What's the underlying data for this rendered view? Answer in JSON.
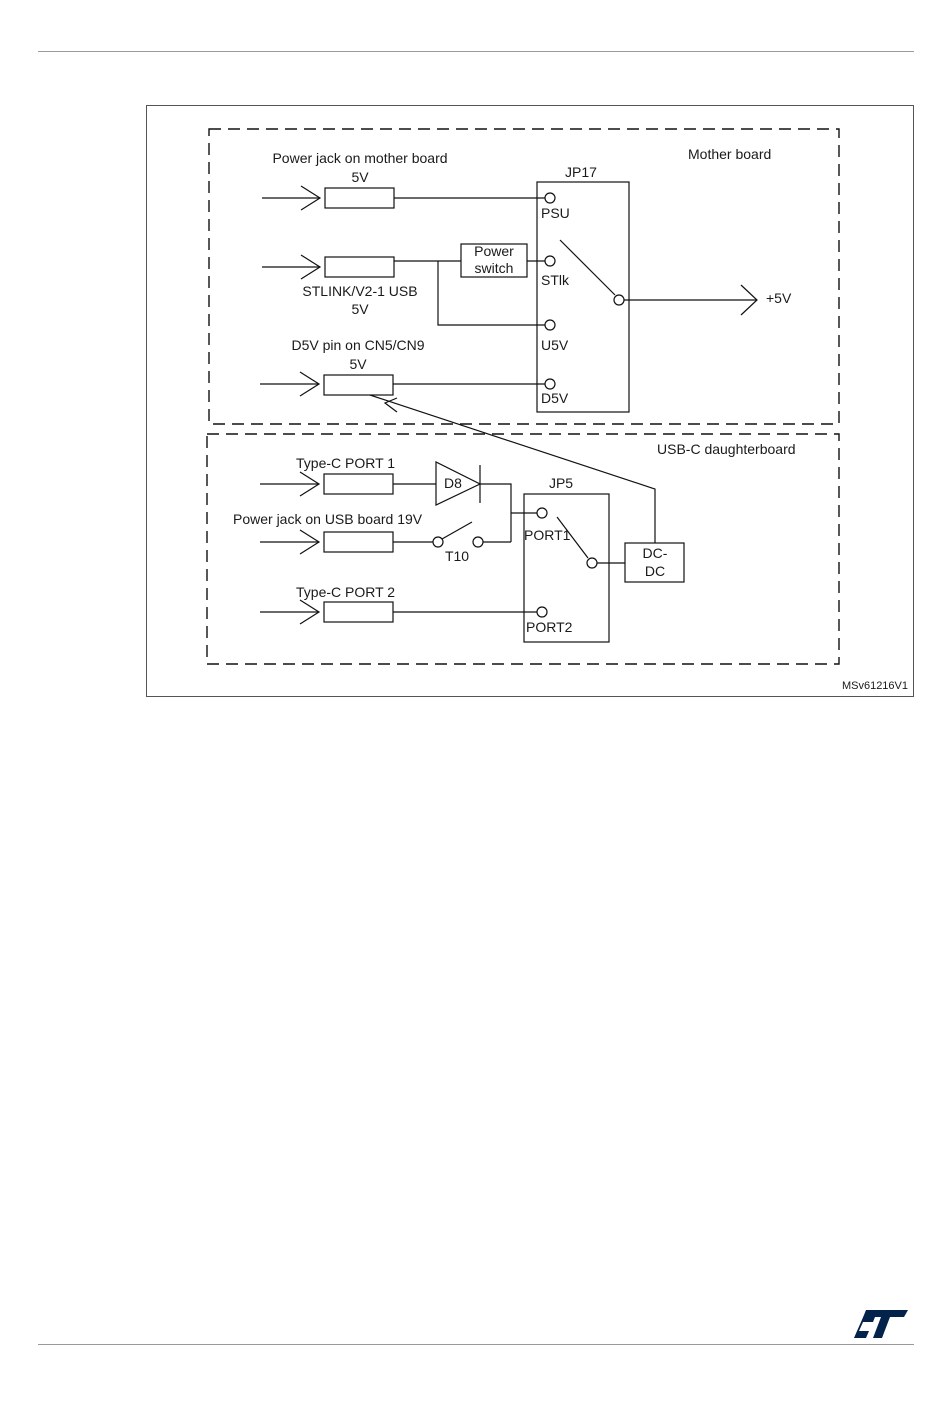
{
  "diagram": {
    "mother_board_label": "Mother board",
    "daughter_board_label": "USB-C daughterboard",
    "figure_code": "MSv61216V1",
    "sources": {
      "power_jack_mother": {
        "title": "Power jack on mother board",
        "voltage": "5V"
      },
      "stlink_usb": {
        "title": "STLINK/V2-1 USB",
        "voltage": "5V"
      },
      "d5v_pin": {
        "title": "D5V pin on CN5/CN9",
        "voltage": "5V"
      },
      "typec_port1": {
        "title": "Type-C PORT 1"
      },
      "power_jack_usb": {
        "title": "Power jack on USB board 19V"
      },
      "typec_port2": {
        "title": "Type-C PORT 2"
      }
    },
    "power_switch": {
      "line1": "Power",
      "line2": "switch"
    },
    "jp17": {
      "label": "JP17",
      "pins": [
        "PSU",
        "STlk",
        "U5V",
        "D5V"
      ]
    },
    "output_label": "+5V",
    "d8_label": "D8",
    "t10_label": "T10",
    "jp5": {
      "label": "JP5",
      "pins": [
        "PORT1",
        "PORT2"
      ]
    },
    "dcdc": {
      "line1": "DC-",
      "line2": "DC"
    }
  },
  "footer": {
    "logo": "st-logo-icon",
    "brand_color": "#03234b"
  }
}
